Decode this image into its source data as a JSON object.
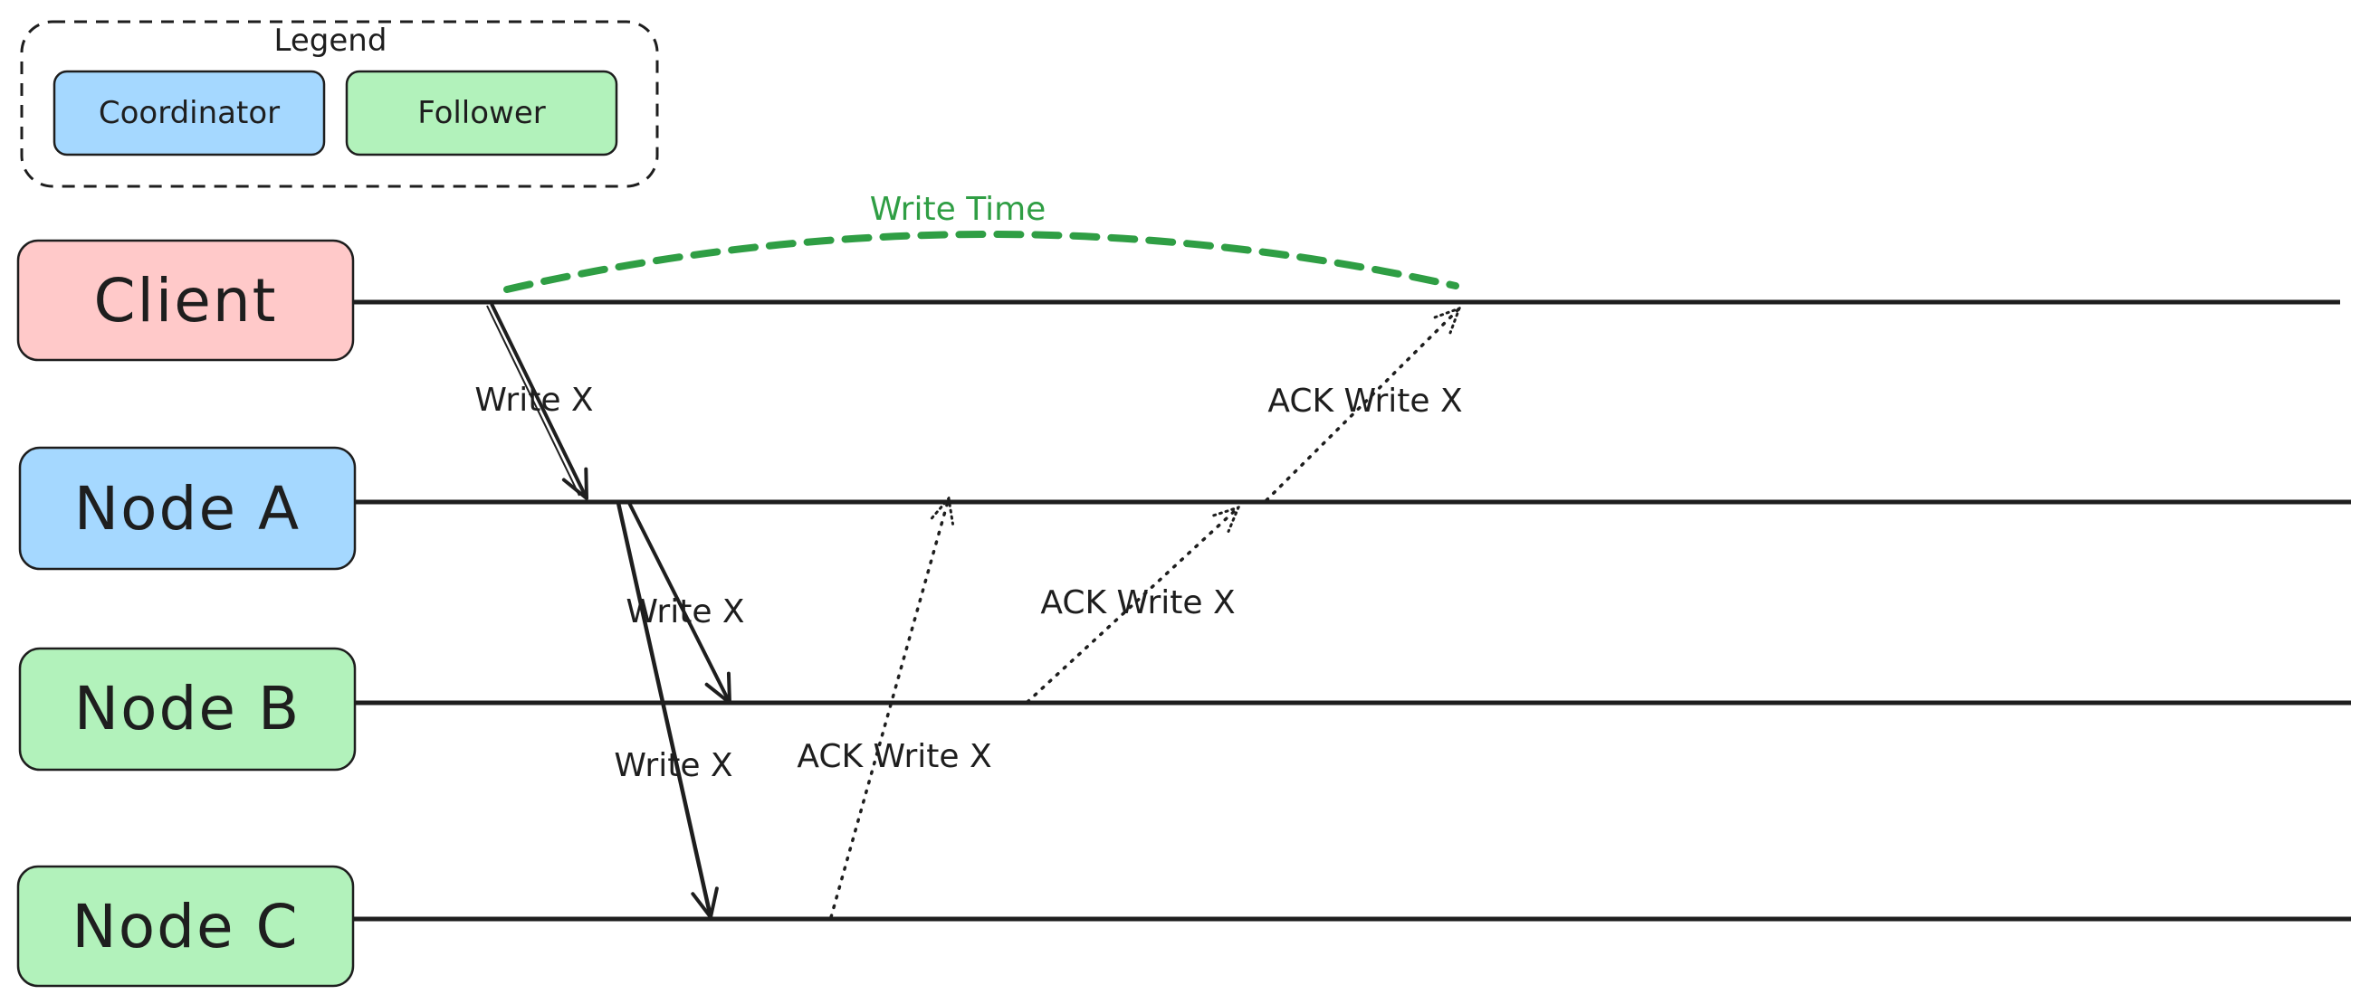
{
  "legend": {
    "title": "Legend",
    "items": [
      {
        "label": "Coordinator",
        "color": "#a5d8ff"
      },
      {
        "label": "Follower",
        "color": "#b2f2bb"
      }
    ]
  },
  "lanes": [
    {
      "label": "Client",
      "color": "#ffc9c9"
    },
    {
      "label": "Node A",
      "color": "#a5d8ff"
    },
    {
      "label": "Node B",
      "color": "#b2f2bb"
    },
    {
      "label": "Node C",
      "color": "#b2f2bb"
    }
  ],
  "messages": [
    {
      "label": "Write X",
      "from": "Client",
      "to": "Node A",
      "style": "solid"
    },
    {
      "label": "Write X",
      "from": "Node A",
      "to": "Node B",
      "style": "solid"
    },
    {
      "label": "Write X",
      "from": "Node A",
      "to": "Node C",
      "style": "solid"
    },
    {
      "label": "ACK Write X",
      "from": "Node C",
      "to": "Node A",
      "style": "dotted"
    },
    {
      "label": "ACK Write X",
      "from": "Node B",
      "to": "Node A",
      "style": "dotted"
    },
    {
      "label": "ACK Write X",
      "from": "Node A",
      "to": "Client",
      "style": "dotted"
    }
  ],
  "annotation": {
    "label": "Write Time",
    "color": "#2f9e44"
  }
}
